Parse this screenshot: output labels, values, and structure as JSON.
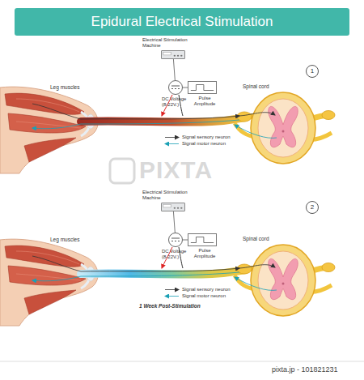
{
  "diagram": {
    "title": "Epidural Electrical Stimulation",
    "nodes": [
      {
        "text": [
          "Electrical Stimulation Machine"
        ]
      },
      {
        "text": [
          "DC Voltage (8-22V.)"
        ]
      },
      {
        "text": [
          "Pulse Amplitude"
        ]
      },
      {
        "text": [
          "Electrical Stimulation Machine"
        ]
      },
      {
        "text": [
          "DC Voltage (8-22V.)"
        ]
      },
      {
        "text": [
          "Pulse Amplitude"
        ]
      }
    ],
    "edges": [
      {
        "from": 0,
        "to": 1,
        "arrow": "none"
      },
      {
        "from": 1,
        "to": 2,
        "arrow": "none"
      },
      {
        "from": 3,
        "to": 4,
        "arrow": "none"
      },
      {
        "from": 4,
        "to": 5,
        "arrow": "none"
      }
    ],
    "labels": [
      "1",
      "Leg muscles",
      "Spinal cord",
      "2",
      "Leg muscles",
      "Spinal cord",
      "1 Week Post-Stimulation",
      "PIXTA",
      "pixta.jp - 101821231"
    ],
    "legend": [
      {
        "text": "Signal sensory neuron"
      },
      {
        "text": "Signal motor neuron"
      },
      {
        "text": "Signal sensory neuron"
      },
      {
        "text": "Signal motor neuron"
      }
    ]
  }
}
